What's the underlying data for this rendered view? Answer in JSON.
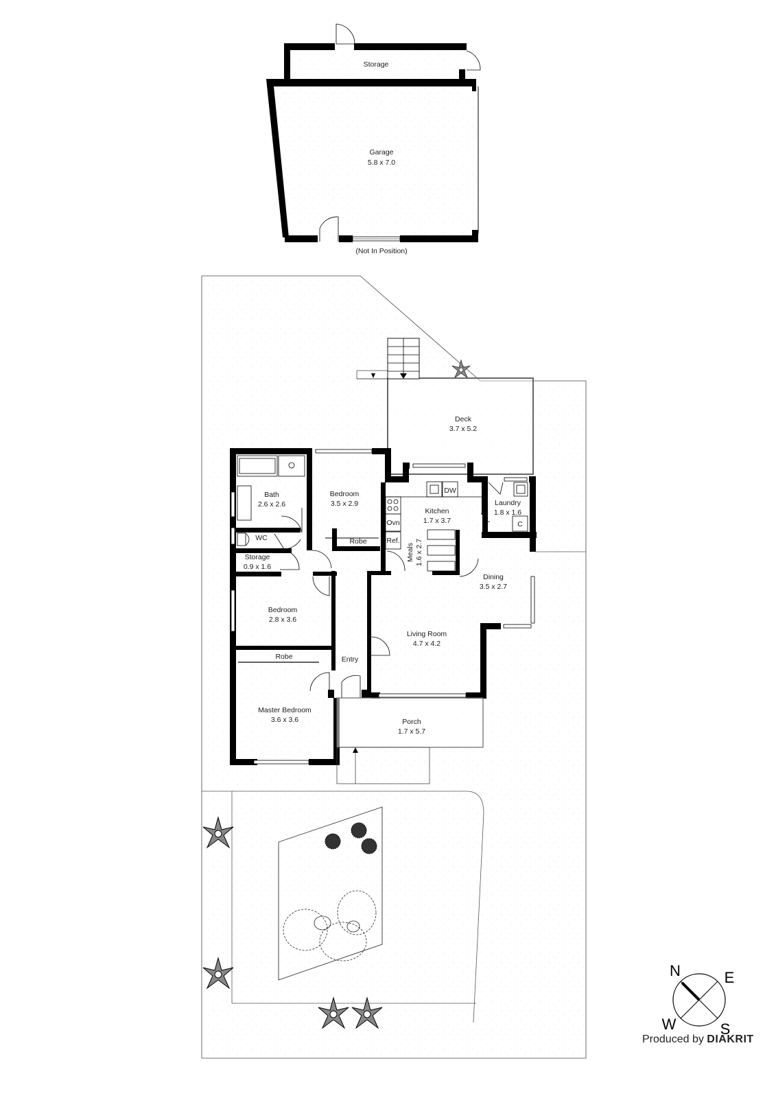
{
  "floorplan": {
    "detached": {
      "rooms": [
        {
          "name": "Storage",
          "dims": ""
        },
        {
          "name": "Garage",
          "dims": "5.8 x 7.0"
        }
      ],
      "note": "(Not In Position)"
    },
    "house": {
      "rooms": [
        {
          "name": "Deck",
          "dims": "3.7 x 5.2"
        },
        {
          "name": "Bath",
          "dims": "2.6 x 2.6"
        },
        {
          "name": "Bedroom",
          "dims": "3.5 x 2.9"
        },
        {
          "name": "Kitchen",
          "dims": "1.7 x 3.7"
        },
        {
          "name": "Laundry",
          "dims": "1.8 x 1.6"
        },
        {
          "name": "WC",
          "dims": ""
        },
        {
          "name": "Robe",
          "dims": ""
        },
        {
          "name": "Storage",
          "dims": "0.9 x 1.6"
        },
        {
          "name": "Meals",
          "dims": "1.6 x 2.7"
        },
        {
          "name": "Dining",
          "dims": "3.5 x 2.7"
        },
        {
          "name": "Bedroom",
          "dims": "2.8 x 3.6"
        },
        {
          "name": "Living Room",
          "dims": "4.7 x 4.2"
        },
        {
          "name": "Robe",
          "dims": ""
        },
        {
          "name": "Entry",
          "dims": ""
        },
        {
          "name": "Master Bedroom",
          "dims": "3.6 x 3.6"
        },
        {
          "name": "Porch",
          "dims": "1.7 x 5.7"
        }
      ],
      "fixtures": {
        "dw": "DW",
        "ovn": "Ovn",
        "ref": "Ref.",
        "c": "C"
      }
    },
    "compass": {
      "n": "N",
      "e": "E",
      "s": "S",
      "w": "W"
    },
    "credit": {
      "prefix": "Produced by",
      "brand": "DIAKRIT"
    }
  }
}
